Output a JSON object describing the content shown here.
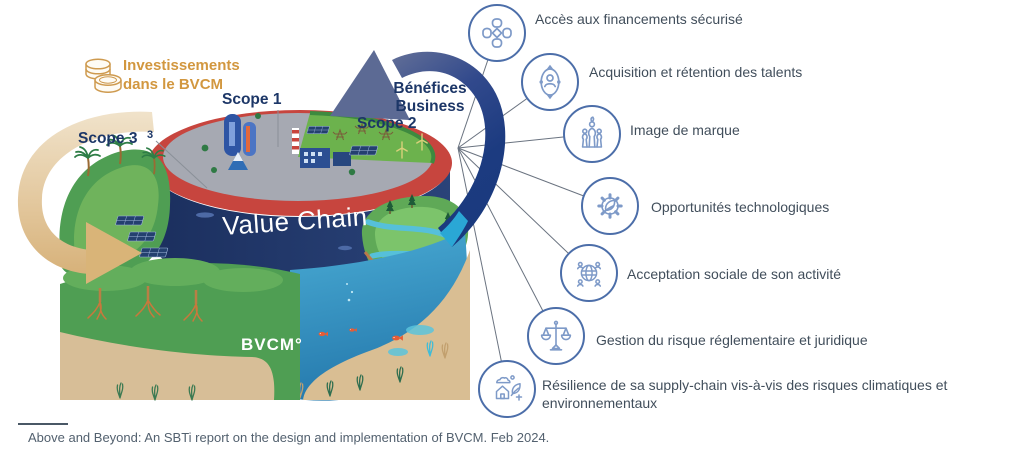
{
  "header": {
    "investments_label": "Investissements dans le BVCM",
    "benefits_arrow_label": "Bénéfices Business"
  },
  "scopes": {
    "scope1": "Scope 1",
    "scope2": "Scope 2",
    "scope3": "Scope 3",
    "scope3_marker": "3"
  },
  "cylinder": {
    "value_chain_label": "Value Chain",
    "bvcm_label": "BVCM°"
  },
  "benefits": [
    {
      "label": "Accès aux financements sécurisé",
      "icon": "hands-unity-icon"
    },
    {
      "label": "Acquisition et rétention des talents",
      "icon": "talent-badge-icon"
    },
    {
      "label": "Image de marque",
      "icon": "chess-pieces-icon"
    },
    {
      "label": "Opportunités technologiques",
      "icon": "gear-leaf-icon"
    },
    {
      "label": "Acceptation sociale de son activité",
      "icon": "globe-community-icon"
    },
    {
      "label": "Gestion du risque réglementaire et juridique",
      "icon": "justice-scales-icon"
    },
    {
      "label": "Résilience de sa supply-chain vis-à-vis des risques climatiques et environnementaux",
      "icon": "resilient-home-icon"
    }
  ],
  "footnote": {
    "text": "Above and Beyond: An SBTi report on the design and implementation of BVCM. Feb 2024."
  },
  "colors": {
    "accent_orange": "#D2973F",
    "navy_text": "#1C3667",
    "benefit_arrow_blue": "#1E3F86",
    "investment_arrow_tan": "#DDBB85",
    "icon_circle_border": "#4C6EA9",
    "icon_stroke": "#7E9AC8",
    "list_text": "#414E5B",
    "cylinder_wall": "#20386D",
    "cylinder_rim_red": "#C7453E",
    "cylinder_top_gray": "#A6A9B2",
    "cylinder_top_green": "#6CB24D"
  }
}
